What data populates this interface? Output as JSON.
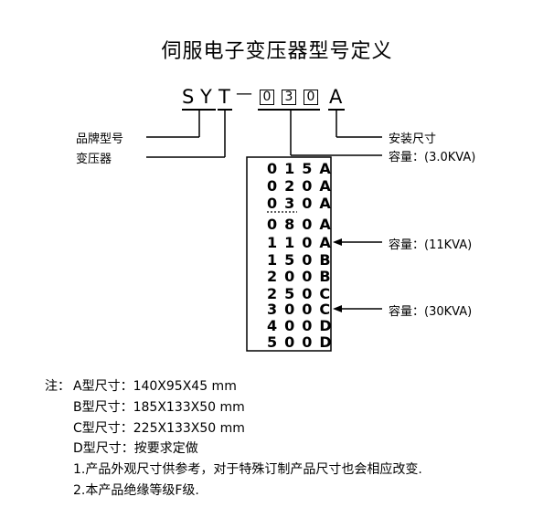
{
  "title": "伺服电子变压器型号定义",
  "model_code": {
    "letters": [
      "S",
      "Y",
      "T"
    ],
    "separator": "—",
    "digits": [
      "0",
      "3",
      "0"
    ],
    "suffix": "A"
  },
  "labels": {
    "brand_model": "品牌型号",
    "transformer": "变压器",
    "install_size": "安装尺寸",
    "capacity_main": "容量：(3.0KVA)",
    "capacity_11": "容量：(11KVA)",
    "capacity_30": "容量：(30KVA)"
  },
  "capacity_list": [
    "015A",
    "020A",
    "030A",
    "080A",
    "110A",
    "150B",
    "200B",
    "250C",
    "300C",
    "400D",
    "500D"
  ],
  "notes": {
    "prefix": "注：",
    "lines": [
      "A型尺寸：140X95X45  mm",
      "B型尺寸：185X133X50 mm",
      "C型尺寸：225X133X50 mm",
      "D型尺寸：按要求定做",
      "1.产品外观尺寸供参考，对于特殊订制产品尺寸也会相应改变.",
      "2.本产品绝缘等级F级."
    ]
  }
}
